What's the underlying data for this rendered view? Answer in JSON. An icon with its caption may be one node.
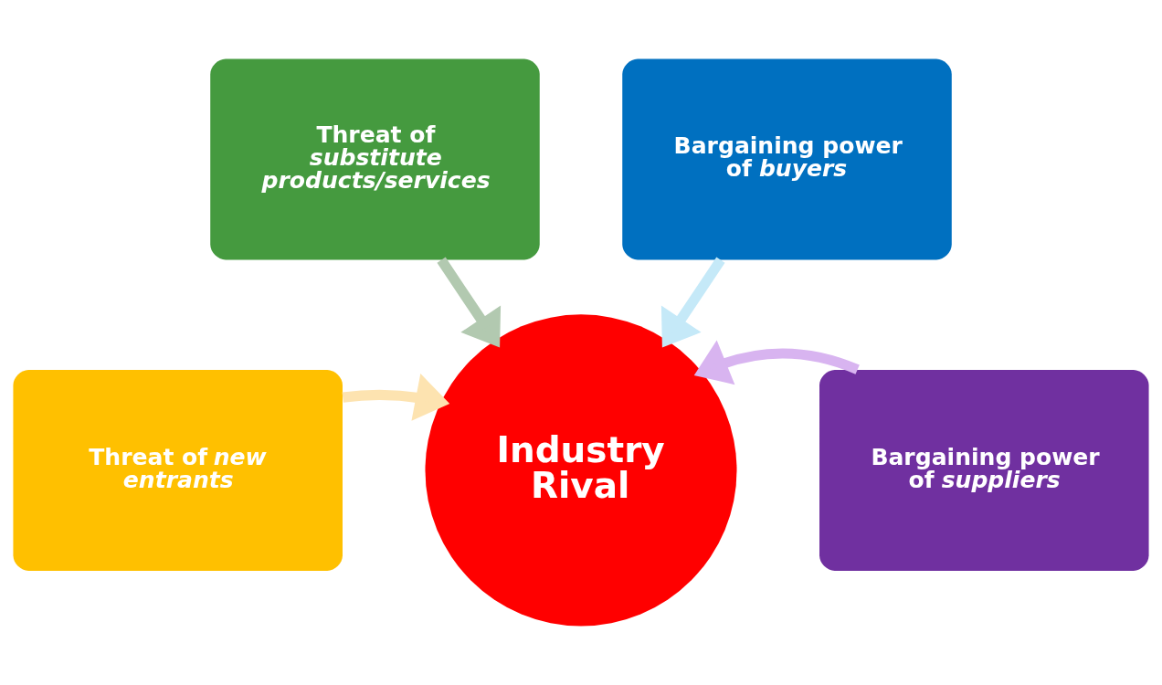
{
  "diagram": {
    "nodes": [
      {
        "text": [
          "Threat of *substitute products/services*"
        ]
      },
      {
        "text": [
          "Bargaining power of *buyers*"
        ]
      },
      {
        "text": [
          "Threat of *new entrants*"
        ]
      },
      {
        "text": [
          "Industry Rival"
        ]
      },
      {
        "text": [
          "Bargaining power of *suppliers*"
        ]
      }
    ],
    "edges": [
      {
        "from": 0,
        "to": 3,
        "arrow": "to",
        "color": "#b2c9b0"
      },
      {
        "from": 1,
        "to": 3,
        "arrow": "to",
        "color": "#c5e9f8"
      },
      {
        "from": 2,
        "to": 3,
        "arrow": "to",
        "color": "#fde3b0"
      },
      {
        "from": 4,
        "to": 3,
        "arrow": "to",
        "color": "#d8b4f0"
      }
    ]
  }
}
